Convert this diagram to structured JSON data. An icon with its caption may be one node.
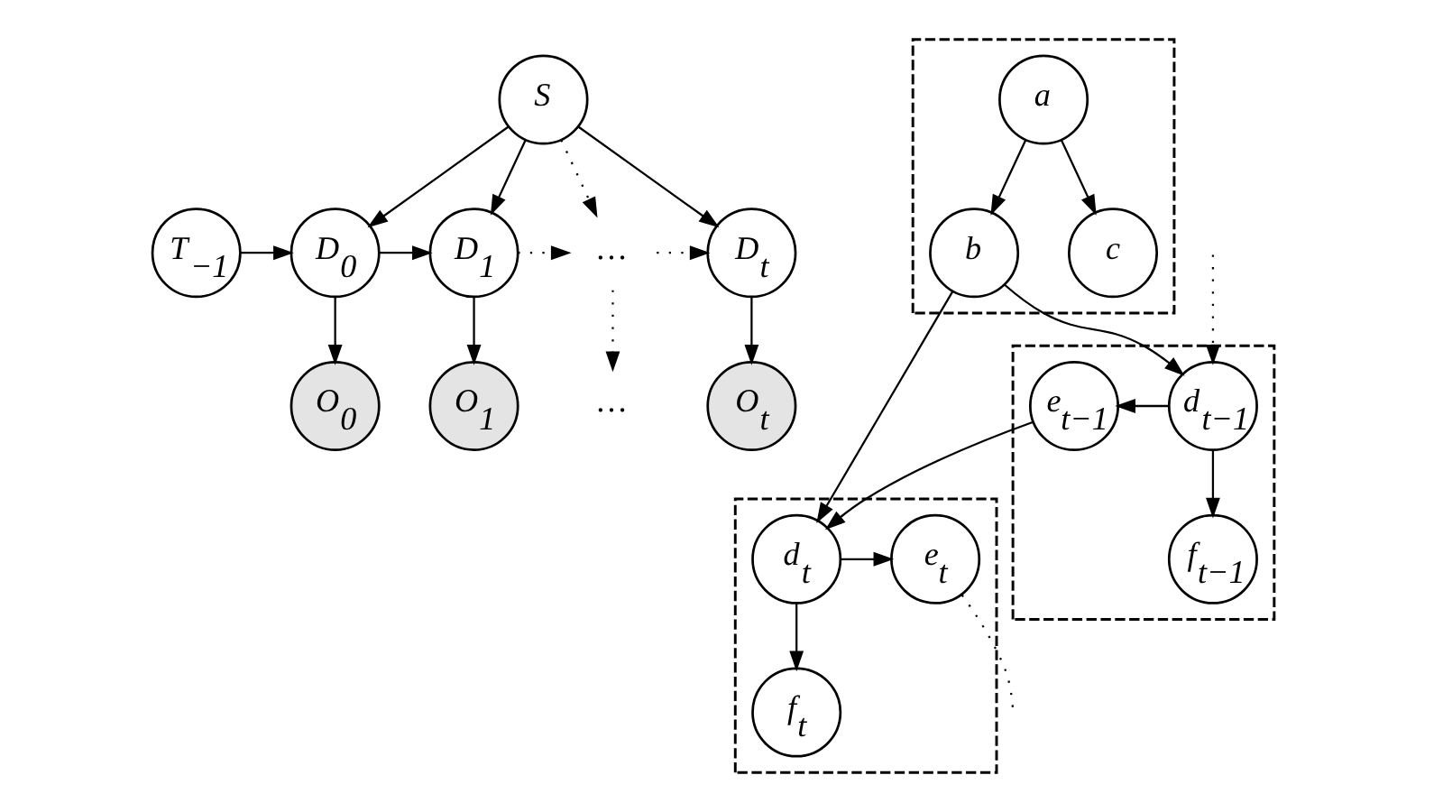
{
  "diagram": {
    "nodes": [
      {
        "text": [
          "S"
        ]
      },
      {
        "text": [
          "T$_{−1}$"
        ]
      },
      {
        "text": [
          "D$_{0}$"
        ]
      },
      {
        "text": [
          "D$_{1}$"
        ]
      },
      {
        "text": [
          "…"
        ]
      },
      {
        "text": [
          "D$_{t}$"
        ]
      },
      {
        "text": [
          "O$_{0}$"
        ]
      },
      {
        "text": [
          "O$_{1}$"
        ]
      },
      {
        "text": [
          "…"
        ]
      },
      {
        "text": [
          "O$_{t}$"
        ]
      },
      {
        "text": [],
        "shape": "box"
      },
      {
        "text": [
          "a"
        ],
        "in": 10
      },
      {
        "text": [
          "b"
        ],
        "in": 10
      },
      {
        "text": [
          "c"
        ],
        "in": 10
      },
      {
        "text": [],
        "shape": "box"
      },
      {
        "text": [
          "d$_{t−1}$"
        ],
        "in": 14
      },
      {
        "text": [
          "e$_{t−1}$"
        ],
        "in": 14
      },
      {
        "text": [
          "f$_{t−1}$"
        ],
        "in": 14
      },
      {
        "text": [],
        "shape": "box"
      },
      {
        "text": [
          "d$_{t}$"
        ],
        "in": 18
      },
      {
        "text": [
          "e$_{t}$"
        ],
        "in": 18
      },
      {
        "text": [
          "f$_{t}$"
        ],
        "in": 18
      }
    ],
    "edges": [
      {
        "from": 1,
        "to": 2,
        "arrow": "to"
      },
      {
        "from": 2,
        "to": 3,
        "arrow": "to"
      },
      {
        "from": 3,
        "to": 4,
        "arrow": "to",
        "style": "dashed"
      },
      {
        "from": 4,
        "to": 5,
        "arrow": "to",
        "style": "dashed"
      },
      {
        "from": 0,
        "to": 2,
        "arrow": "to"
      },
      {
        "from": 0,
        "to": 3,
        "arrow": "to"
      },
      {
        "from": 0,
        "to": 4,
        "arrow": "to",
        "style": "dashed"
      },
      {
        "from": 0,
        "to": 5,
        "arrow": "to"
      },
      {
        "from": 2,
        "to": 6,
        "arrow": "to"
      },
      {
        "from": 3,
        "to": 7,
        "arrow": "to"
      },
      {
        "from": 4,
        "to": 8,
        "arrow": "to",
        "style": "dashed"
      },
      {
        "from": 5,
        "to": 9,
        "arrow": "to"
      },
      {
        "from": 11,
        "to": 12,
        "arrow": "to"
      },
      {
        "from": 11,
        "to": 13,
        "arrow": "to"
      },
      {
        "from": 12,
        "to": 15,
        "arrow": "to"
      },
      {
        "from": 12,
        "to": 19,
        "arrow": "to"
      },
      {
        "from": null,
        "to": 15,
        "arrow": "to",
        "style": "dashed"
      },
      {
        "from": 15,
        "to": 16,
        "arrow": "to"
      },
      {
        "from": 15,
        "to": 17,
        "arrow": "to"
      },
      {
        "from": 16,
        "to": 19,
        "arrow": "to"
      },
      {
        "from": 19,
        "to": 20,
        "arrow": "to"
      },
      {
        "from": 19,
        "to": 21,
        "arrow": "to"
      },
      {
        "from": 20,
        "to": null,
        "arrow": "none",
        "style": "dashed"
      }
    ]
  }
}
